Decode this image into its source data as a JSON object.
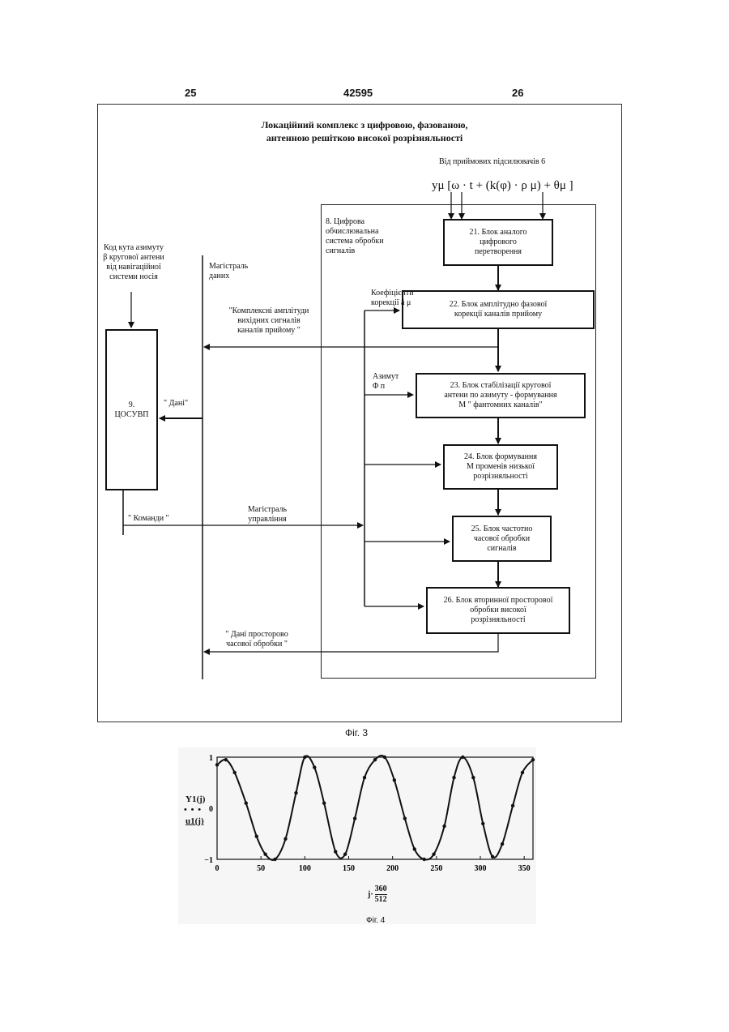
{
  "page": {
    "left_number": "25",
    "center_number": "42595",
    "right_number": "26"
  },
  "fig3": {
    "title_line1": "Локаційний комплекс з цифровою, фазованою,",
    "title_line2": "антенною решіткою високої розрізняльності",
    "source_label": "Від приймових підсилювачів 6",
    "formula": "yμ [ω · t + (k(φ) · ρ μ) + θμ ]",
    "subsystem_label": "8. Цифрова\nобчислювальна\nсистема обробки\nсигналів",
    "blocks": {
      "b21": "21. Блок аналого\nцифрового\nперетворення",
      "b22": "22. Блок амплітудно фазової\nкорекції каналів прийому",
      "b23": "23. Блок стабілізації кругової\nантени по азимуту - формування\nM \" фантомних каналів\"",
      "b24": "24. Блок формування\nM променів низької\nрозрізняльності",
      "b25": "25. Блок частотно\nчасової обробки\nсигналів",
      "b26": "26. Блок вторинної просторової\nобробки високої\nрозрізняльності",
      "b9": "9.\nЦОСУВП"
    },
    "labels": {
      "azimuth_code": "Код кута азимуту\nβ кругової антени\nвід навігаційної\nсистеми носія",
      "data_bus": "Магістраль\nданих",
      "coef": "Коефіцієнти\nкорекції â μ",
      "complex_amp": "\"Комплексні амплітуди\nвихідних сигналів\nканалів прийому \"",
      "azimuth": "Азимут\nΦ п",
      "data": "\" Дані\"",
      "commands": "\" Команди \"",
      "control_bus": "Магістраль\nуправління",
      "spatial_data": "\" Дані просторово\nчасової обробки \""
    },
    "caption": "Фіг. 3"
  },
  "fig4": {
    "caption": "Фіг. 4",
    "y_label_1": "Y1(j)",
    "y_label_2": "u1(j)",
    "x_label_prefix": "j·",
    "x_label_num": "360",
    "x_label_den": "512",
    "y_ticks": [
      "1",
      "0",
      "−1"
    ],
    "x_ticks": [
      "0",
      "50",
      "100",
      "150",
      "200",
      "250",
      "300",
      "350"
    ]
  },
  "chart_data": {
    "type": "line",
    "xlim": [
      0,
      360
    ],
    "ylim": [
      -1,
      1
    ],
    "series": [
      {
        "name": "Y1(j)",
        "style": "solid",
        "function": "cos(2π·x/90 − 2π·5/90) approx; period ≈ 90° in x units",
        "x": [
          0,
          10,
          20,
          33,
          45,
          55,
          66,
          78,
          90,
          100,
          111,
          122,
          135,
          146,
          157,
          168,
          180,
          191,
          202,
          214,
          225,
          236,
          247,
          259,
          270,
          280,
          292,
          303,
          314,
          325,
          337,
          348,
          360
        ],
        "y": [
          0.85,
          0.95,
          0.7,
          0.1,
          -0.55,
          -0.9,
          -1,
          -0.6,
          0.3,
          1,
          0.8,
          0.1,
          -0.85,
          -0.9,
          -0.2,
          0.6,
          0.95,
          1,
          0.55,
          -0.2,
          -0.8,
          -1,
          -0.9,
          -0.35,
          0.6,
          1,
          0.6,
          -0.3,
          -0.95,
          -0.7,
          0.05,
          0.7,
          0.95
        ]
      },
      {
        "name": "u1(j)",
        "style": "dotted",
        "x": [
          0,
          10,
          20,
          33,
          45,
          55,
          66,
          78,
          90,
          100,
          111,
          122,
          135,
          146,
          157,
          168,
          180,
          191,
          202,
          214,
          225,
          236,
          247,
          259,
          270,
          280,
          292,
          303,
          314,
          325,
          337,
          348,
          360
        ],
        "y": [
          0.85,
          0.95,
          0.7,
          0.1,
          -0.55,
          -0.9,
          -1,
          -0.6,
          0.3,
          1,
          0.8,
          0.1,
          -0.85,
          -0.9,
          -0.2,
          0.6,
          0.95,
          1,
          0.55,
          -0.2,
          -0.8,
          -1,
          -0.9,
          -0.35,
          0.6,
          1,
          0.6,
          -0.3,
          -0.95,
          -0.7,
          0.05,
          0.7,
          0.95
        ]
      }
    ]
  }
}
